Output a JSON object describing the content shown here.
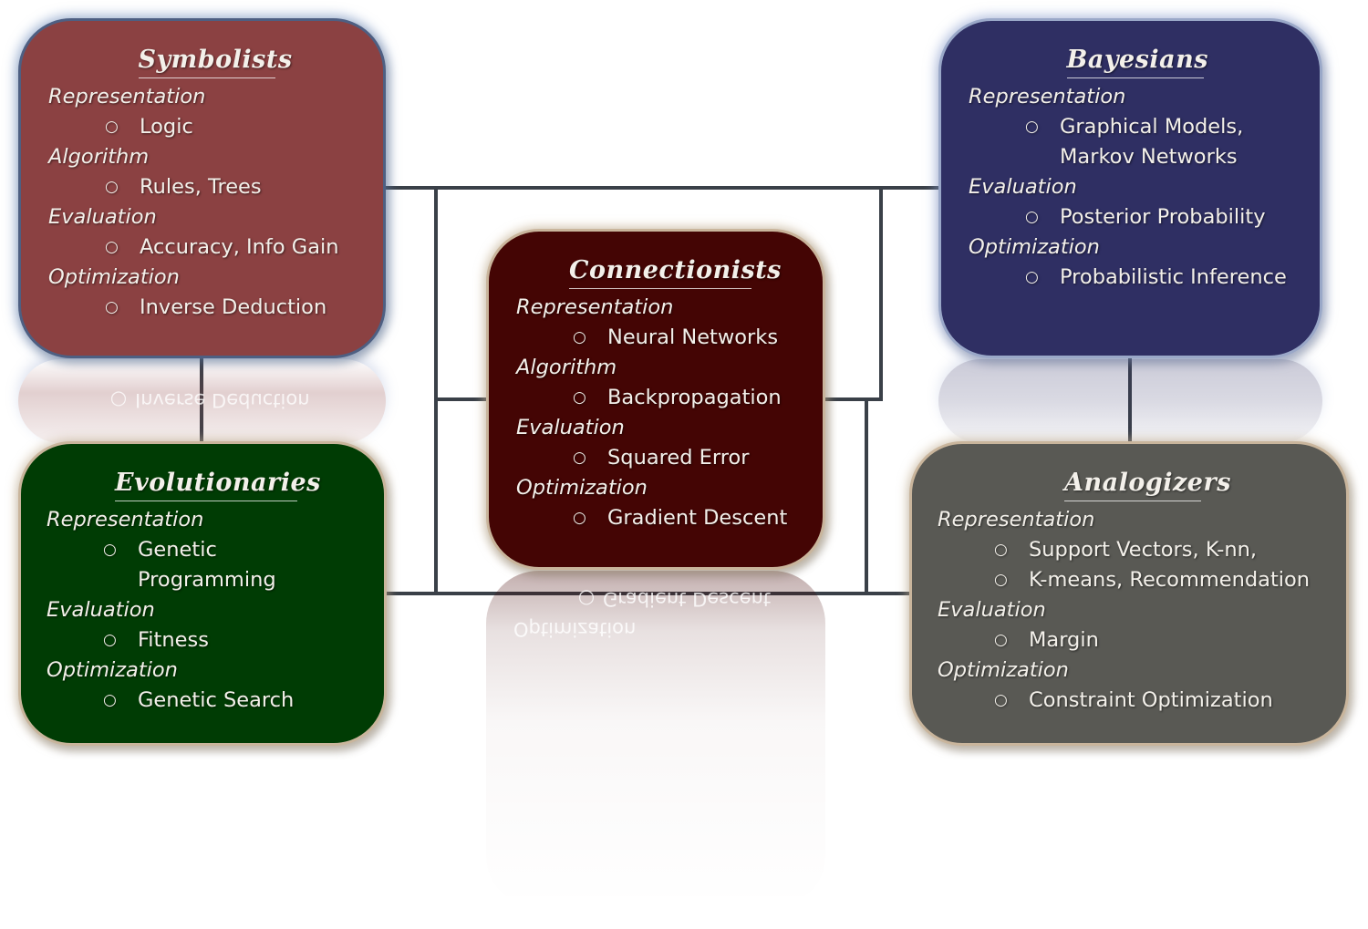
{
  "colors": {
    "symbolists": "#8b4142",
    "bayesians": "#2f2f63",
    "connectionists": "#440504",
    "evolutionaries": "#003c04",
    "analogizers": "#595954",
    "connector": "#3a4048"
  },
  "icons": {
    "bullet": "○"
  },
  "boxes": {
    "symbolists": {
      "title": "Symbolists",
      "rows": [
        {
          "kind": "heading",
          "text": "Representation"
        },
        {
          "kind": "item",
          "text": "Logic"
        },
        {
          "kind": "heading",
          "text": "Algorithm"
        },
        {
          "kind": "item",
          "text": "Rules, Trees"
        },
        {
          "kind": "heading",
          "text": "Evaluation"
        },
        {
          "kind": "item",
          "text": "Accuracy, Info Gain"
        },
        {
          "kind": "heading",
          "text": "Optimization"
        },
        {
          "kind": "item",
          "text": "Inverse Deduction"
        }
      ]
    },
    "bayesians": {
      "title": "Bayesians",
      "rows": [
        {
          "kind": "heading",
          "text": "Representation"
        },
        {
          "kind": "item",
          "text": "Graphical Models,\nMarkov Networks"
        },
        {
          "kind": "heading",
          "text": "Evaluation"
        },
        {
          "kind": "item",
          "text": "Posterior Probability"
        },
        {
          "kind": "heading",
          "text": "Optimization"
        },
        {
          "kind": "item",
          "text": "Probabilistic Inference"
        }
      ]
    },
    "connectionists": {
      "title": "Connectionists",
      "rows": [
        {
          "kind": "heading",
          "text": "Representation"
        },
        {
          "kind": "item",
          "text": "Neural Networks"
        },
        {
          "kind": "heading",
          "text": "Algorithm"
        },
        {
          "kind": "item",
          "text": "Backpropagation"
        },
        {
          "kind": "heading",
          "text": "Evaluation"
        },
        {
          "kind": "item",
          "text": "Squared Error"
        },
        {
          "kind": "heading",
          "text": "Optimization"
        },
        {
          "kind": "item",
          "text": "Gradient Descent"
        }
      ]
    },
    "evolutionaries": {
      "title": "Evolutionaries",
      "rows": [
        {
          "kind": "heading",
          "text": "Representation"
        },
        {
          "kind": "item",
          "text": "Genetic\nProgramming"
        },
        {
          "kind": "heading",
          "text": "Evaluation"
        },
        {
          "kind": "item",
          "text": "Fitness"
        },
        {
          "kind": "heading",
          "text": "Optimization"
        },
        {
          "kind": "item",
          "text": "Genetic Search"
        }
      ]
    },
    "analogizers": {
      "title": "Analogizers",
      "rows": [
        {
          "kind": "heading",
          "text": "Representation"
        },
        {
          "kind": "item",
          "text": "Support Vectors, K-nn,"
        },
        {
          "kind": "item",
          "text": "K-means, Recommendation"
        },
        {
          "kind": "heading",
          "text": "Evaluation"
        },
        {
          "kind": "item",
          "text": "Margin"
        },
        {
          "kind": "heading",
          "text": "Optimization"
        },
        {
          "kind": "item",
          "text": "Constraint Optimization"
        }
      ]
    }
  }
}
